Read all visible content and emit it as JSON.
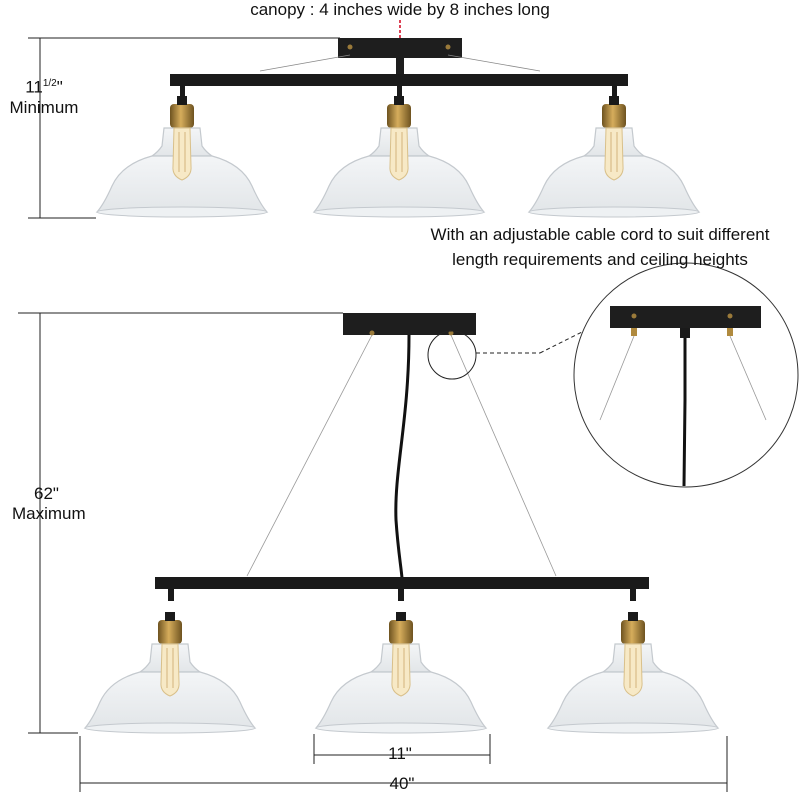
{
  "annotations": {
    "canopy_note": "canopy : 4 inches wide by 8 inches long",
    "min_height_value": "11",
    "min_height_fraction": "1/2",
    "min_height_unit": "\"",
    "min_height_word": "Minimum",
    "cable_note_line1": "With an adjustable cable cord to suit different",
    "cable_note_line2": "length requirements and ceiling heights",
    "max_height_value": "62\"",
    "max_height_word": "Maximum",
    "shade_width": "11\"",
    "total_width": "40\""
  },
  "colors": {
    "bar": "#1a1a1a",
    "brass": "#b08a3e",
    "glass_edge": "#c9cdd1",
    "dimension_line": "#222222",
    "canopy_center_mark": "#d0021b"
  },
  "fixture": {
    "shade_count": 3,
    "views": [
      "minimum-height",
      "maximum-height"
    ],
    "detail_inset": "canopy-cable-detail"
  }
}
